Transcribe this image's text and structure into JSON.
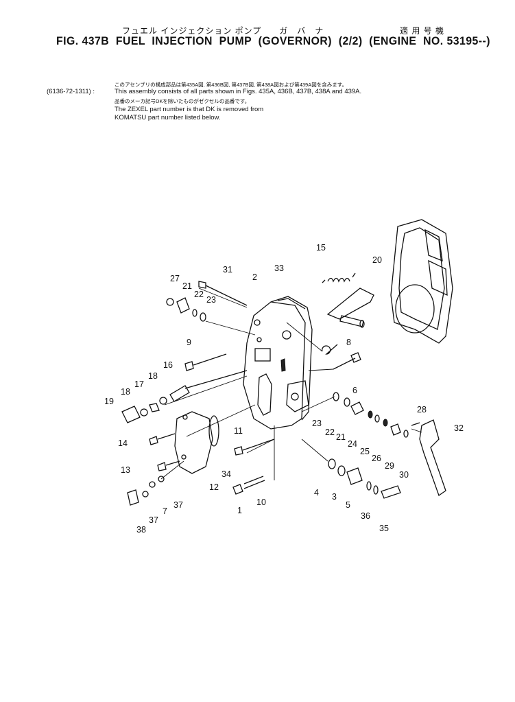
{
  "header": {
    "jp_title": "フュエル インジェクション ポンプ　　ガ　バ　ナ",
    "jp_applic": "適 用 号 機",
    "title": "FIG. 437B  FUEL  INJECTION  PUMP  (GOVERNOR)  (2/2)  (ENGINE  NO. 53195--)"
  },
  "notes": {
    "jp_line1": "このアセンブリの構成部品は第435A図, 第436B図, 第437B図, 第438A図および第439A図を含みます。",
    "assembly_code": "(6136-72-1311) :",
    "en_line1": "This assembly consists of all parts shown in Figs. 435A, 436B, 437B, 438A and 439A.",
    "jp_line2": "品番のメーカ記号DKを除いたものがゼクセルの品番です。",
    "en_line2": "The ZEXEL part number is that DK is removed from",
    "en_line3": "KOMATSU part number listed below."
  },
  "diagram": {
    "callouts": [
      "1",
      "2",
      "3",
      "4",
      "5",
      "6",
      "7",
      "8",
      "9",
      "10",
      "11",
      "12",
      "13",
      "14",
      "15",
      "16",
      "17",
      "18",
      "18",
      "19",
      "20",
      "21",
      "21",
      "22",
      "22",
      "23",
      "23",
      "24",
      "25",
      "26",
      "27",
      "28",
      "29",
      "30",
      "31",
      "32",
      "33",
      "34",
      "35",
      "36",
      "37",
      "37",
      "38"
    ]
  }
}
